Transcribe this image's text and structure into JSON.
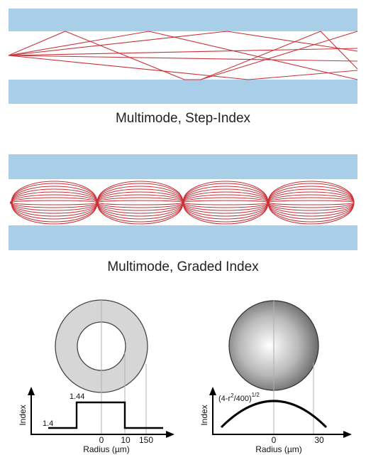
{
  "colors": {
    "cladding": "#a9cfe8",
    "core": "#ffffff",
    "ray": "#c8323a",
    "outline": "#b0b0b0",
    "ring": "#d6d6d6"
  },
  "step_index": {
    "caption": "Multimode, Step-Index"
  },
  "graded_index": {
    "caption": "Multimode, Graded Index"
  },
  "step_profile": {
    "ylabel": "Index",
    "xlabel": "Radius (µm)",
    "high_label": "1.44",
    "low_label": "1.4",
    "ticks": [
      "0",
      "10",
      "150"
    ]
  },
  "graded_profile": {
    "ylabel": "Index",
    "xlabel": "Radius (µm)",
    "formula_base": "(4-r",
    "formula_exp1": "2",
    "formula_mid": "/400)",
    "formula_exp2": "1/2",
    "ticks": [
      "0",
      "30"
    ]
  }
}
